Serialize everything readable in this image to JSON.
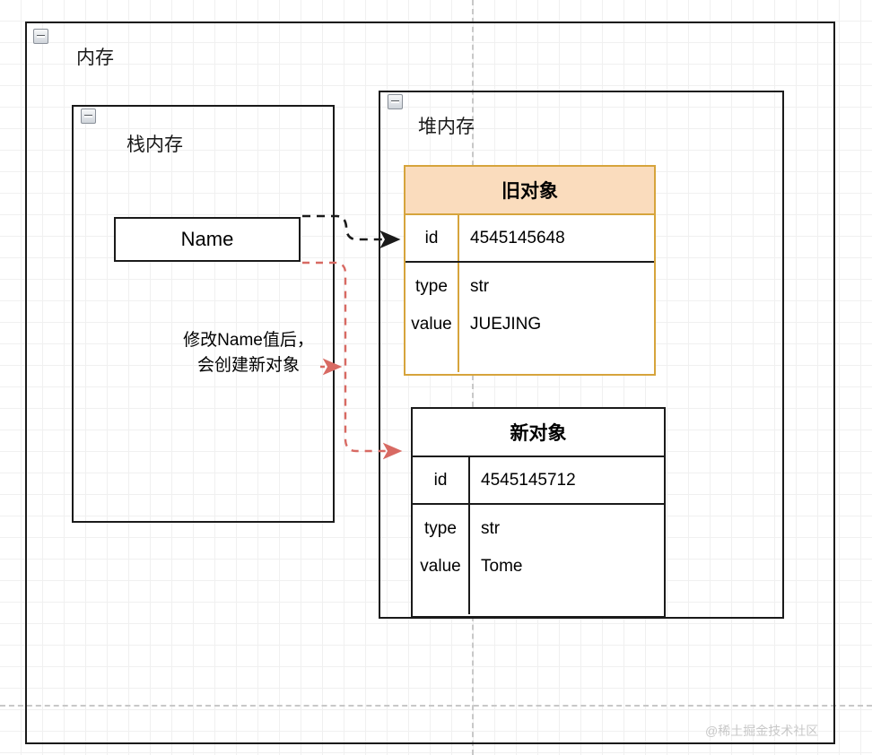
{
  "diagram": {
    "title_outer": "内存",
    "containers": [
      {
        "name": "outer-memory",
        "label": "内存"
      },
      {
        "name": "stack-memory",
        "label": "栈内存"
      },
      {
        "name": "heap-memory",
        "label": "堆内存"
      }
    ],
    "stack_label": "栈内存",
    "heap_label": "堆内存",
    "variable_box": {
      "label": "Name"
    },
    "old_object": {
      "title": "旧对象",
      "rows": [
        {
          "key": "id",
          "value": "4545145648"
        },
        {
          "key": "type",
          "value": "str"
        },
        {
          "key": "value",
          "value": "JUEJING"
        }
      ],
      "header_fill": "#fadcbd",
      "border_color": "#d6a43c"
    },
    "new_object": {
      "title": "新对象",
      "rows": [
        {
          "key": "id",
          "value": "4545145712"
        },
        {
          "key": "type",
          "value": "str"
        },
        {
          "key": "value",
          "value": "Tome"
        }
      ],
      "header_fill": "#ffffff",
      "border_color": "#1a1a1a"
    },
    "annotation": {
      "line1": "修改Name值后，",
      "line2": "会创建新对象"
    },
    "connectors": {
      "old_link_color": "#1a1a1a",
      "new_link_color": "#d86a63"
    },
    "watermark": "@稀土掘金技术社区",
    "collapse_icons": [
      {
        "name": "collapse-icon-outer"
      },
      {
        "name": "collapse-icon-stack"
      },
      {
        "name": "collapse-icon-heap"
      }
    ]
  }
}
